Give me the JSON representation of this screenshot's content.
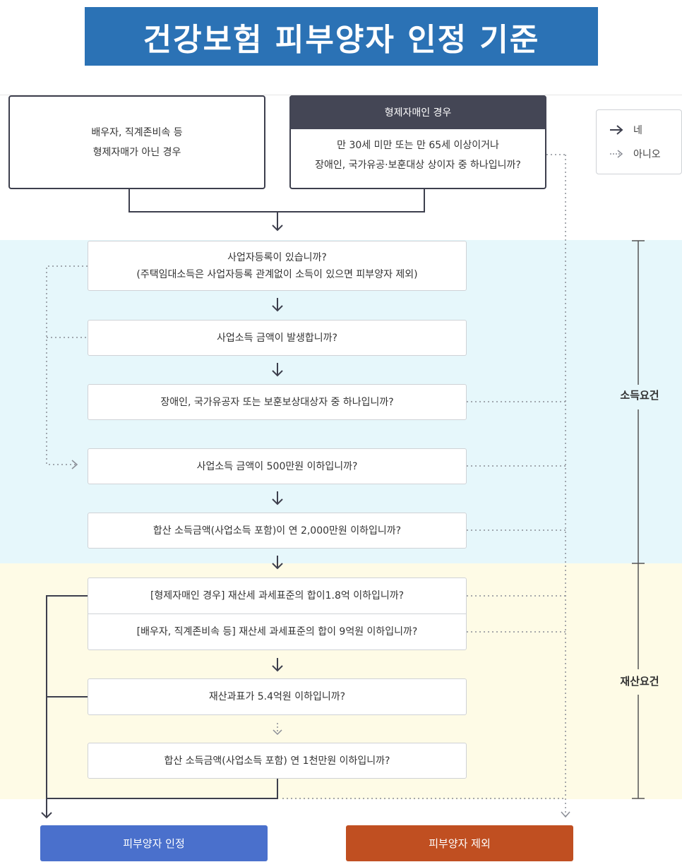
{
  "title": "건강보험 피부양자 인정 기준",
  "top_left_box": {
    "line1": "배우자, 직계존비속 등",
    "line2": "형제자매가 아닌 경우"
  },
  "top_right_box": {
    "header": "형제자매인 경우",
    "line1": "만 30세 미만 또는 만 65세 이상이거나",
    "line2": "장애인, 국가유공·보훈대상 상이자 중 하나입니까?"
  },
  "legend": {
    "yes": "네",
    "no": "아니오"
  },
  "sections": {
    "income": "소득요건",
    "property": "재산요건"
  },
  "questions": {
    "business_registration": {
      "line1": "사업자등록이 있습니까?",
      "line2": "(주택임대소득은 사업자등록 관계없이 소득이 있으면 피부양자 제외)"
    },
    "business_income_occurs": "사업소득 금액이 발생합니까?",
    "disabled_or_veteran": "장애인, 국가유공자 또는 보훈보상대상자 중 하나입니까?",
    "business_income_5m": "사업소득 금액이 500만원 이하입니까?",
    "total_income_20m": "합산 소득금액(사업소득 포함)이 연 2,000만원 이하입니까?",
    "sibling_property": "[형제자매인 경우] 재산세 과세표준의 합이1.8억 이하입니까?",
    "spouse_property": "[배우자, 직계존비속 등] 재산세 과세표준의 합이 9억원 이하입니까?",
    "property_5_4": "재산과표가 5.4억원 이하입니까?",
    "total_income_10m": "합산 소득금액(사업소득 포함) 연 1천만원 이하입니까?"
  },
  "results": {
    "approved": "피부양자 인정",
    "excluded": "피부양자 제외"
  },
  "colors": {
    "title_bg": "#2b72b5",
    "income_band": "#e6f7fb",
    "property_band": "#fefbe6",
    "approved": "#4a70cc",
    "excluded": "#c04f21",
    "header_dark": "#444655"
  }
}
